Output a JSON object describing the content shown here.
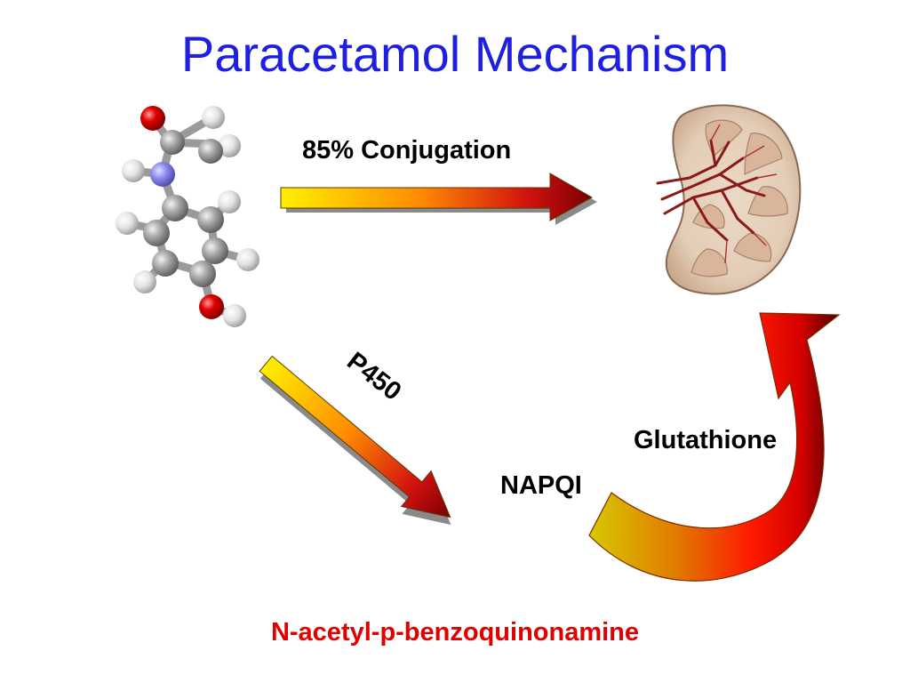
{
  "slide": {
    "title": "Paracetamol Mechanism",
    "conjugation_label": "85% Conjugation",
    "p450_label": "P450",
    "napqi_label": "NAPQI",
    "glutathione_label": "Glutathione",
    "full_name": "N-acetyl-p-benzoquinonamine"
  },
  "colors": {
    "title": "#1f1fe0",
    "arrow_start": "#ffe800",
    "arrow_mid": "#ff6a00",
    "arrow_end": "#8a0000",
    "full_name": "#e00000",
    "oxygen": "#dd0000",
    "nitrogen": "#7b7be8",
    "carbon": "#9a9a9a",
    "hydrogen": "#e6e6e6"
  },
  "icons": [
    "paracetamol-molecule-icon",
    "kidney-icon"
  ]
}
